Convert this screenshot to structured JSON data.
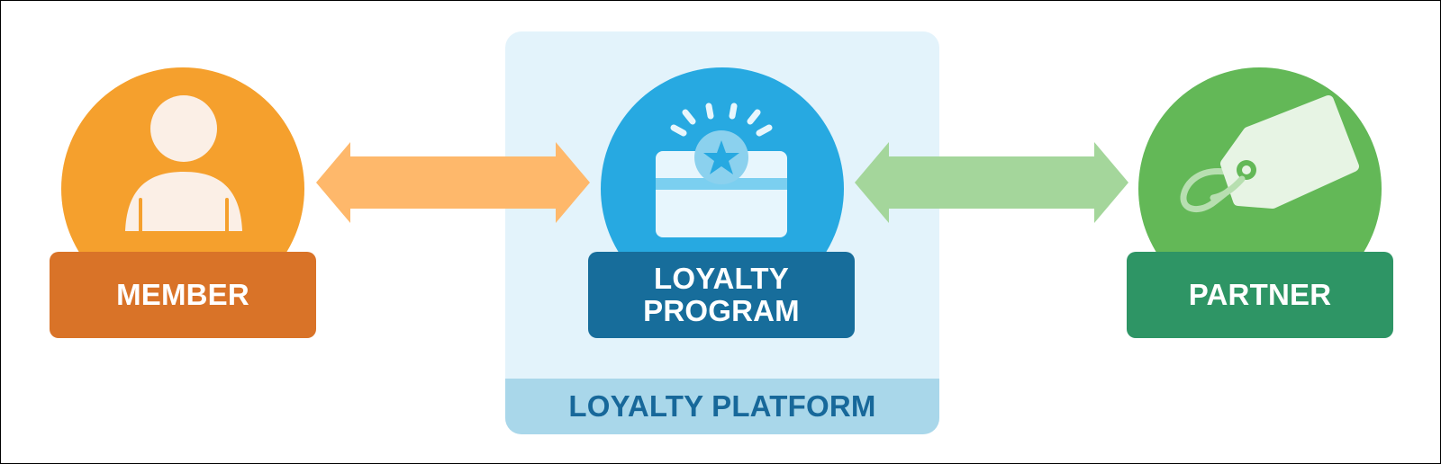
{
  "diagram": {
    "platform": {
      "label": "LOYALTY PLATFORM"
    },
    "nodes": {
      "member": {
        "label": "MEMBER",
        "icon": "user-icon"
      },
      "loyalty_program": {
        "label": "LOYALTY\nPROGRAM",
        "icon": "loyalty-card-icon"
      },
      "partner": {
        "label": "PARTNER",
        "icon": "price-tag-icon"
      }
    },
    "connections": [
      {
        "from": "MEMBER",
        "to": "LOYALTY\nPROGRAM",
        "direction": "bidirectional"
      },
      {
        "from": "LOYALTY\nPROGRAM",
        "to": "PARTNER",
        "direction": "bidirectional"
      }
    ],
    "colors": {
      "member_circle": "#f5a02d",
      "member_label": "#d97328",
      "member_arrow": "#feb86b",
      "loyalty_circle": "#27a9e1",
      "loyalty_label": "#176d9b",
      "platform_background": "#e3f3fb",
      "platform_footer": "#a9d7ea",
      "partner_circle": "#63b857",
      "partner_label": "#2e9565",
      "partner_arrow": "#a4d69b"
    }
  }
}
